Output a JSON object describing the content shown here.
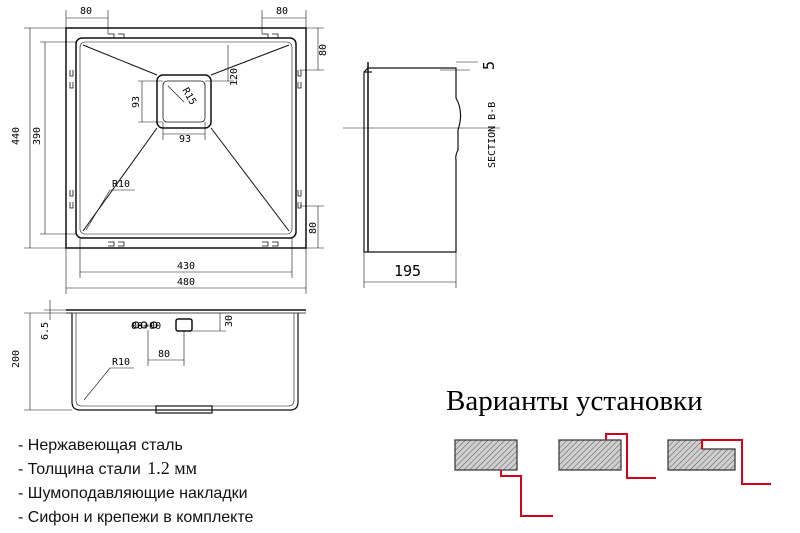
{
  "top_view": {
    "width_outer": "480",
    "width_inner": "430",
    "height_outer": "440",
    "height_inner": "390",
    "flange_top_left": "80",
    "flange_top_right": "80",
    "flange_right_top": "80",
    "flange_right_bottom": "80",
    "drain_width": "93",
    "drain_height": "93",
    "drain_offset": "120",
    "drain_radius": "R15",
    "corner_radius": "R10"
  },
  "side_view": {
    "depth": "195",
    "rim": "5",
    "section_label": "SECTION B-B"
  },
  "front_view": {
    "height": "200",
    "rim_thickness": "6.5",
    "drain_depth": "30",
    "drain_offset": "80",
    "overflow_label": "00+00",
    "corner_radius": "R10"
  },
  "install": {
    "title": "Варианты установки"
  },
  "specs": {
    "line1": "- Нержавеющая сталь",
    "line2_prefix": "- Толщина стали",
    "line2_value": "1.2 мм",
    "line3": "- Шумоподавляющие накладки",
    "line4": "- Сифон и крепежи в комплекте"
  },
  "colors": {
    "accent": "#d0021b",
    "line": "#111111",
    "hatch_fill": "#bdbdbd"
  }
}
